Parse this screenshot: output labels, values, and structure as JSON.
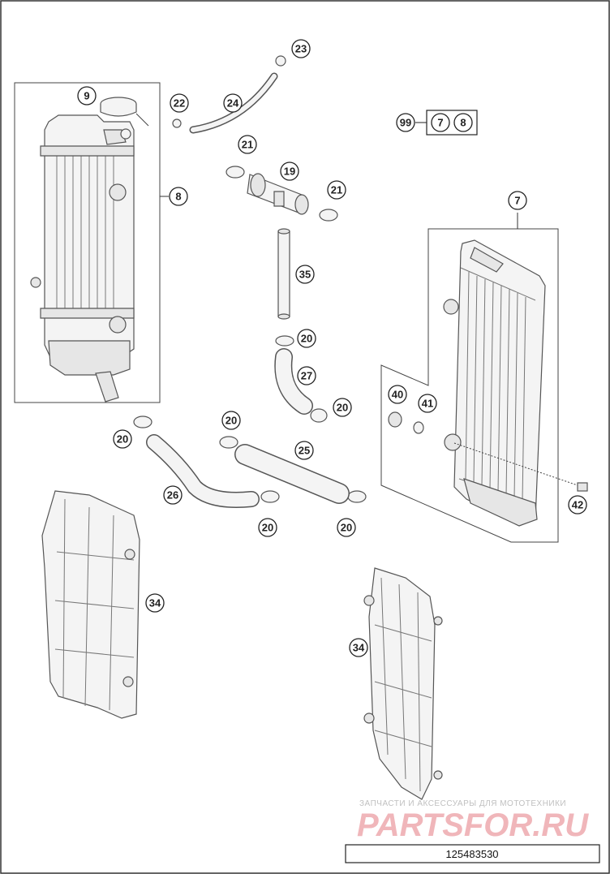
{
  "diagram": {
    "callouts": [
      "23",
      "24",
      "22",
      "9",
      "8",
      "99",
      "7",
      "8",
      "21",
      "19",
      "21",
      "7",
      "35",
      "20",
      "27",
      "20",
      "40",
      "41",
      "20",
      "20",
      "25",
      "26",
      "20",
      "20",
      "42",
      "34",
      "34"
    ],
    "kit_label": "99",
    "kit_items": [
      "7",
      "8"
    ]
  },
  "watermark": {
    "caption": "ЗАПЧАСТИ И АКСЕССУАРЫ ДЛЯ МОТОТЕХНИКИ",
    "brand": "PARTSFOR.RU"
  },
  "footer": {
    "drawing_number": "125483530"
  }
}
